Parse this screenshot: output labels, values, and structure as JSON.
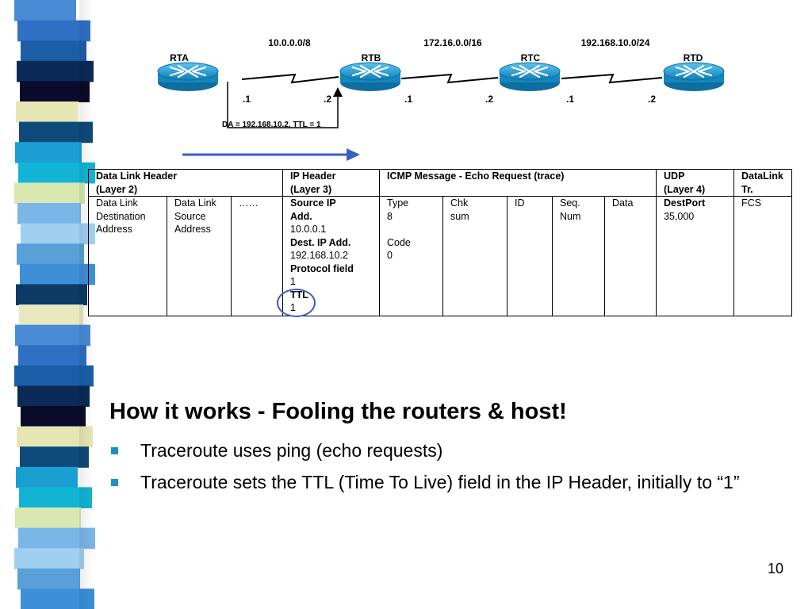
{
  "stripe_colors": [
    "#4a8bd6",
    "#1a9fd0",
    "#0d3b66",
    "#e6e6b4",
    "#5aa0d8",
    "#0b2a55",
    "#7ab6e8",
    "#2f6fc4",
    "#12b4d6",
    "#e8e8c0",
    "#0e4a7a",
    "#3d8fd8",
    "#0a0a2a",
    "#9fd0f0",
    "#1c5fa8",
    "#d8e8b0"
  ],
  "network": {
    "subnets": [
      "10.0.0.0/8",
      "172.16.0.0/16",
      "192.168.10.0/24"
    ],
    "routers": [
      "RTA",
      "RTB",
      "RTC",
      "RTD"
    ],
    "interfaces": [
      ".1",
      ".2",
      ".1",
      ".2",
      ".1",
      ".2"
    ],
    "packet_label": "DA = 192.168.10.2,   TTL = 1",
    "router_color": "#1a9bd7",
    "arrow_color": "#3a5fc0"
  },
  "packet_table": {
    "headers": {
      "datalink": [
        "Data Link Header",
        "(Layer 2)"
      ],
      "ip": [
        "IP Header",
        "(Layer 3)"
      ],
      "icmp": "ICMP Message - Echo Request (trace)",
      "udp": [
        "UDP",
        "(Layer 4)"
      ],
      "trailer": [
        "DataLink",
        "Tr."
      ]
    },
    "dl_dest": [
      "Data Link",
      "Destination",
      "Address"
    ],
    "dl_src": [
      "Data Link",
      "Source",
      "Address"
    ],
    "ellipsis": "……",
    "ip_fields": {
      "src_label": "Source IP",
      "src_label2": "Add.",
      "src_value": "10.0.0.1",
      "dst_label": "Dest. IP Add.",
      "dst_value": "192.168.10.2",
      "proto_label": "Protocol field",
      "proto_value": "1",
      "ttl_label": "TTL",
      "ttl_value": "1"
    },
    "icmp_type": [
      "Type",
      "8"
    ],
    "icmp_code": [
      "Code",
      "0"
    ],
    "chk": [
      "Chk",
      "sum"
    ],
    "id": "ID",
    "seq": [
      "Seq.",
      "Num"
    ],
    "data": "Data",
    "udp_port_label": "DestPort",
    "udp_port_value": "35,000",
    "fcs": "FCS"
  },
  "content": {
    "title": "How it works - Fooling the routers & host!",
    "bullets": [
      "Traceroute uses ping (echo requests)",
      "Traceroute sets the TTL (Time To Live) field in the IP Header, initially to “1”"
    ]
  },
  "page_number": "10"
}
